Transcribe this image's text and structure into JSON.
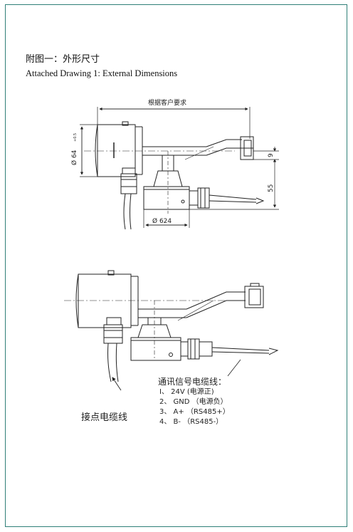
{
  "heading": {
    "cn": "附图一：外形尺寸",
    "en": "Attached Drawing 1: External Dimensions"
  },
  "drawing1": {
    "length_label": "根据客户要求",
    "diameter_body": "Ø 64",
    "diameter_tol": "+0.5",
    "dim_9": "9",
    "dim_55": "55",
    "diameter_base": "Ø 624"
  },
  "drawing2": {
    "cable_title": "通讯信号电缆线：",
    "cable_lines": [
      "I、 24V (电源正)",
      "2、 GND （电源负）",
      "3、 A+ （RS485+）",
      "4、 B- （RS485-）"
    ],
    "contact_label": "接点电缆线"
  }
}
